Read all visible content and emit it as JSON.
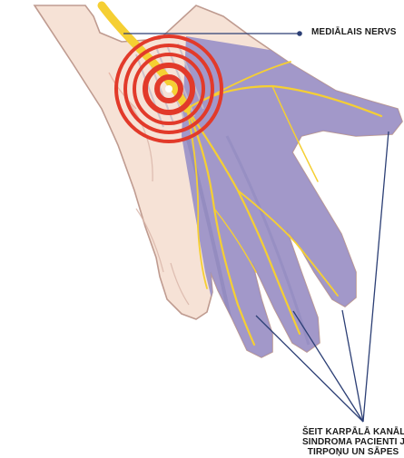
{
  "labels": {
    "nerve": "MEDIĀLAIS NERVS",
    "caption_lines": [
      "ŠEIT KARPĀLĀ KANĀLA",
      "SINDROMA PACIENTI JŪT",
      "TIRPOŅU UN SĀPES"
    ]
  },
  "colors": {
    "skin": "#f6e2d6",
    "skin_outline": "#bf9b90",
    "numb_zone": "#9a91c8",
    "nerve": "#f5cf33",
    "target_red": "#e23a2a",
    "pointer_line": "#2c3f75"
  },
  "icons": [
    "bullseye-target-icon"
  ]
}
